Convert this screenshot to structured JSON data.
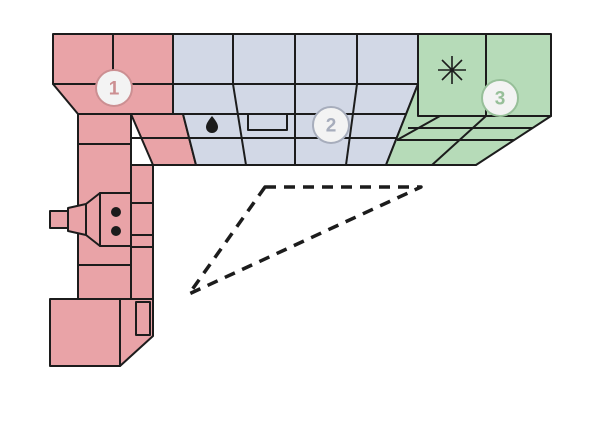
{
  "colors": {
    "zone_1": "#e9a3a7",
    "zone_2": "#d2d8e6",
    "zone_3": "#b6dbb8",
    "zone_1_label": "#cc8f92",
    "zone_2_label": "#a7adbc",
    "zone_3_label": "#97bf99",
    "outline": "#1c1c1c",
    "badge_fill": "#f3f3f3"
  },
  "zones": [
    {
      "id": "zone-1",
      "label": "1",
      "role": "cooking"
    },
    {
      "id": "zone-2",
      "label": "2",
      "role": "sink"
    },
    {
      "id": "zone-3",
      "label": "3",
      "role": "fridge"
    }
  ],
  "icons": {
    "sink": "water-drop-icon",
    "fridge": "snowflake-icon",
    "hob": "hob-burners-icon",
    "hood": "range-hood-icon"
  },
  "work_triangle": {
    "style": "dashed"
  }
}
